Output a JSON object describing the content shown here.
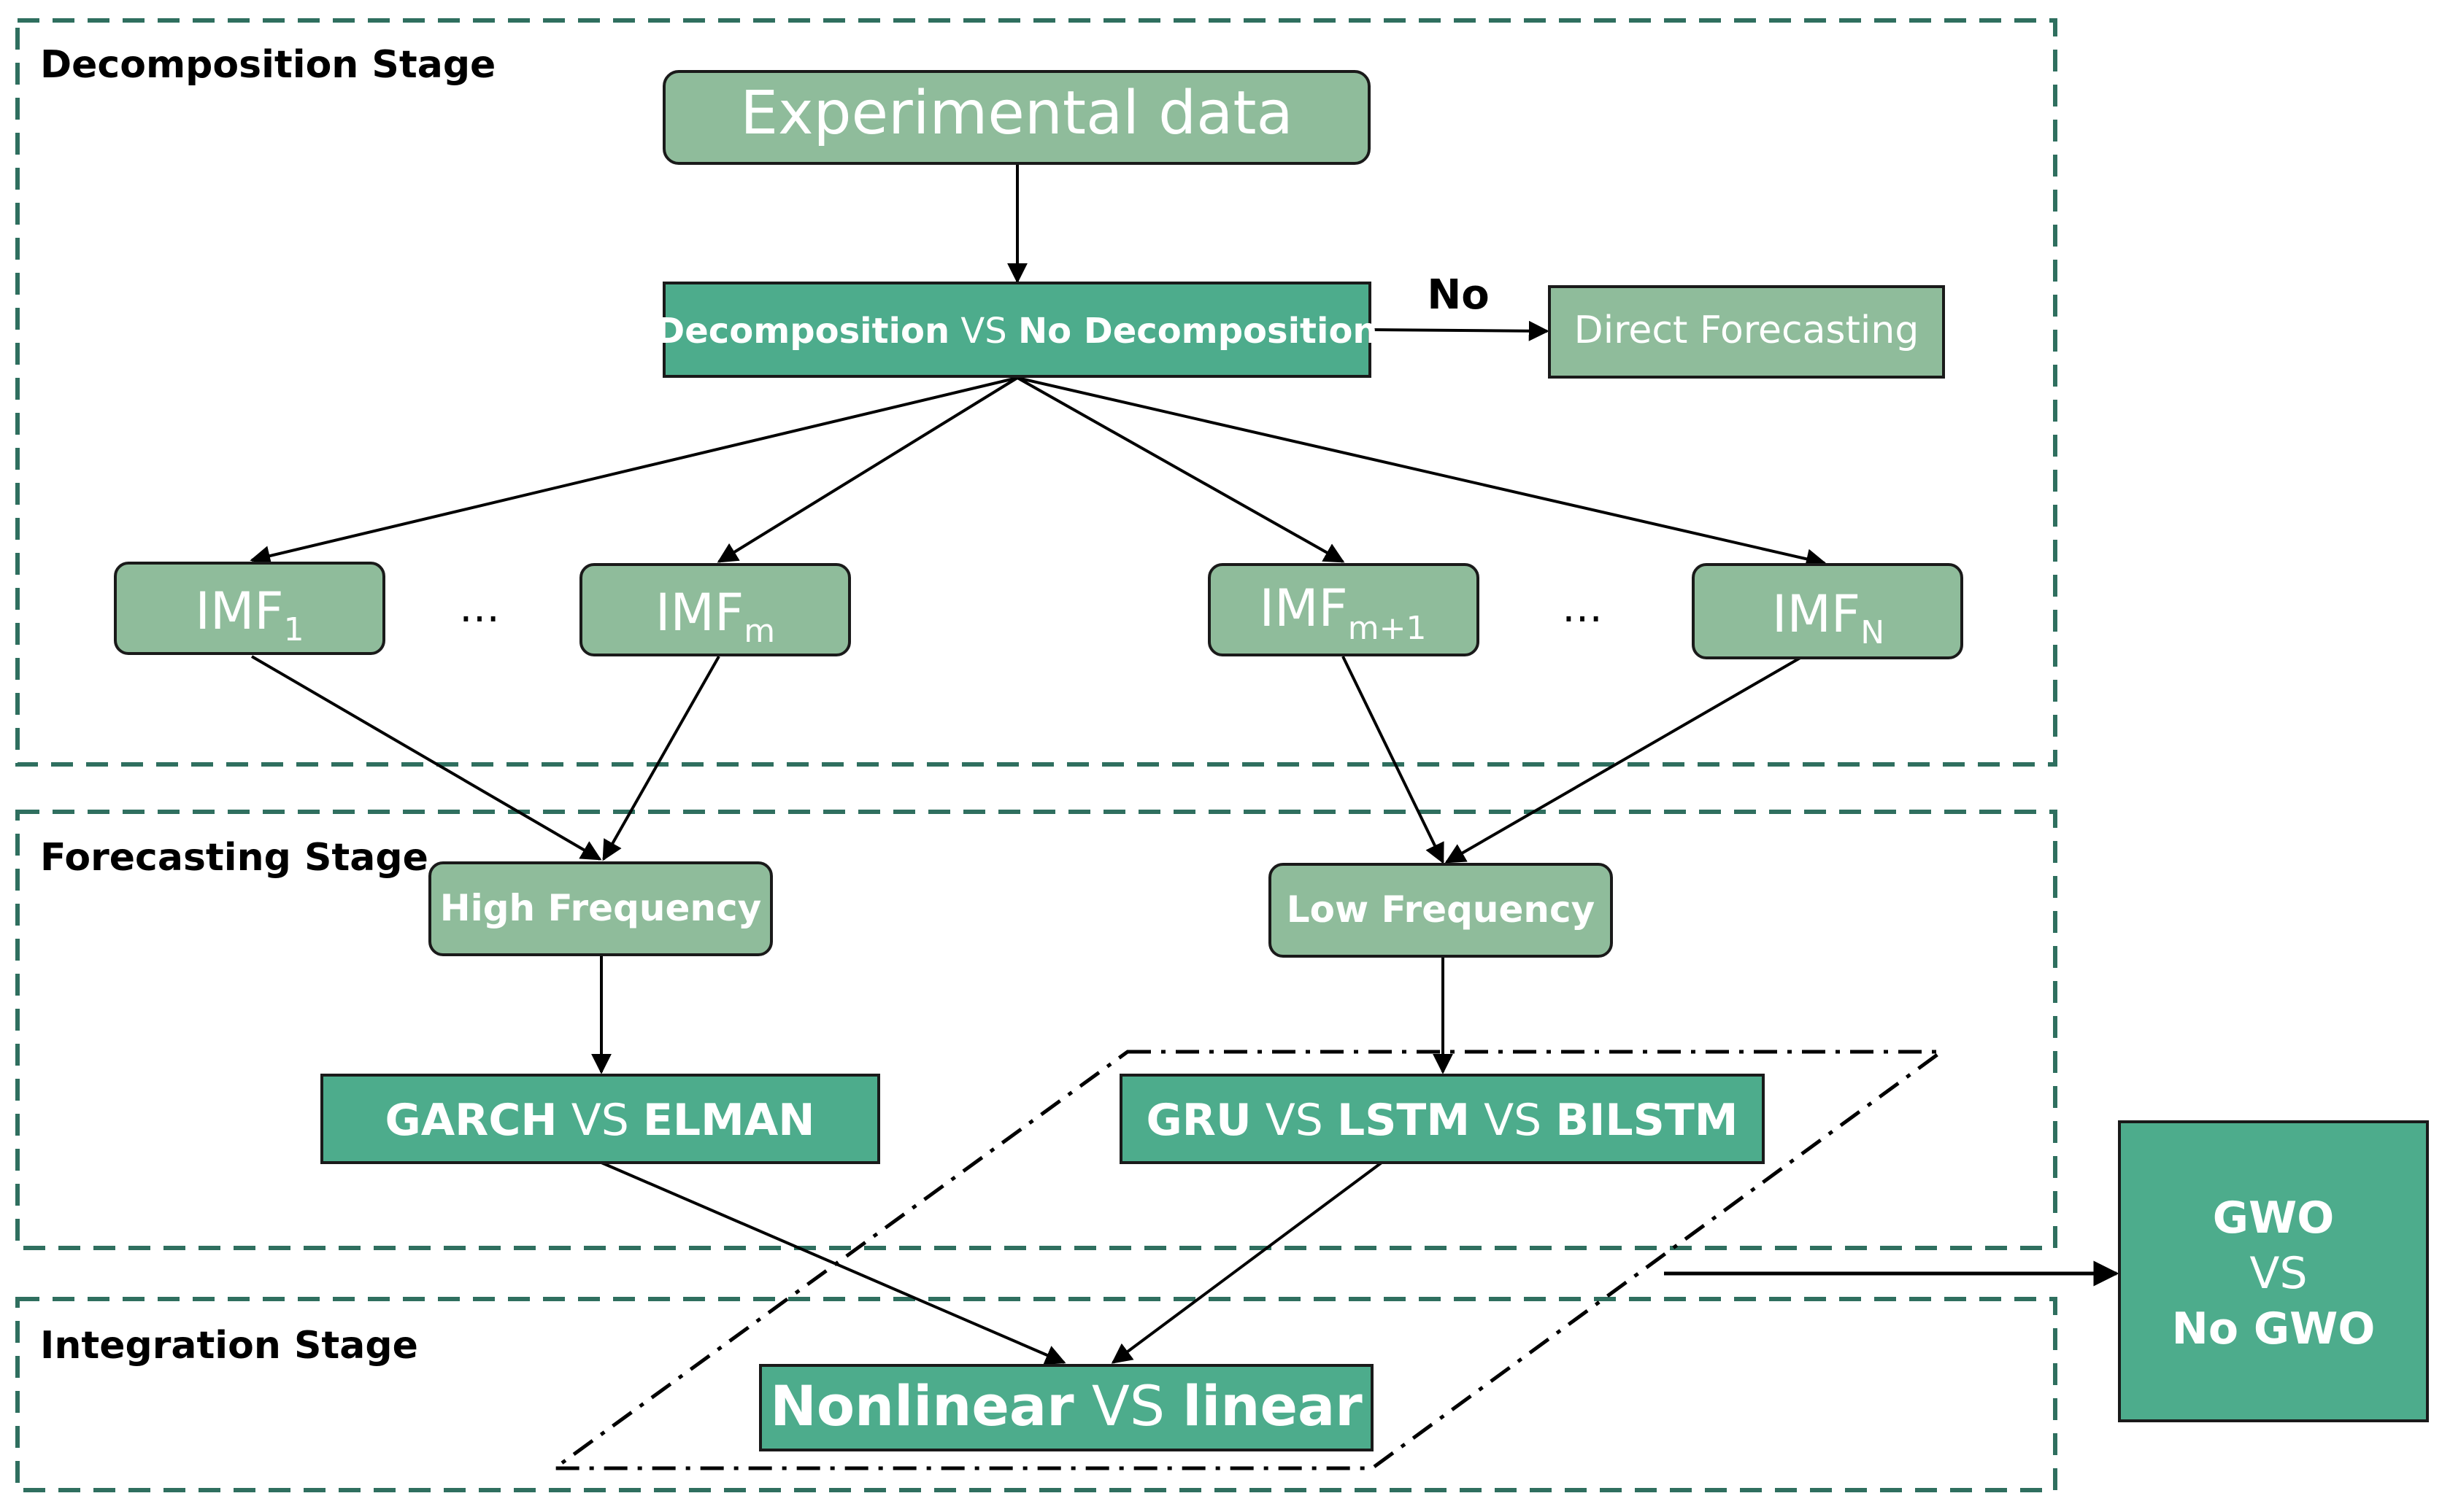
{
  "stages": {
    "decomposition": "Decomposition Stage",
    "forecasting": "Forecasting Stage",
    "integration": "Integration Stage"
  },
  "nodes": {
    "experimental": "Experimental data",
    "decomp": {
      "a": "Decomposition",
      "vs": " VS ",
      "b": "No Decomposition"
    },
    "no_label": "No",
    "direct": "Direct Forecasting",
    "imf1": {
      "base": "IMF",
      "sub": "1"
    },
    "imfm": {
      "base": "IMF",
      "sub": "m"
    },
    "imfm1": {
      "base": "IMF",
      "sub": "m+1"
    },
    "imfn": {
      "base": "IMF",
      "sub": "N"
    },
    "ellipsis": "…",
    "high": "High Frequency",
    "low": "Low Frequency",
    "garch": {
      "a": "GARCH",
      "vs": " VS ",
      "b": "ELMAN"
    },
    "gru": {
      "a": "GRU",
      "vs1": " VS ",
      "b": "LSTM",
      "vs2": " VS ",
      "c": "BILSTM"
    },
    "nonlinear": {
      "a": "Nonlinear",
      "vs": " VS ",
      "b": "linear"
    },
    "gwo": {
      "a": "GWO",
      "vs": "VS",
      "b": "No GWO"
    }
  },
  "colors": {
    "light_green": "#8fbc9b",
    "teal": "#4dac8c",
    "dashed_border": "#2f6f5f"
  }
}
